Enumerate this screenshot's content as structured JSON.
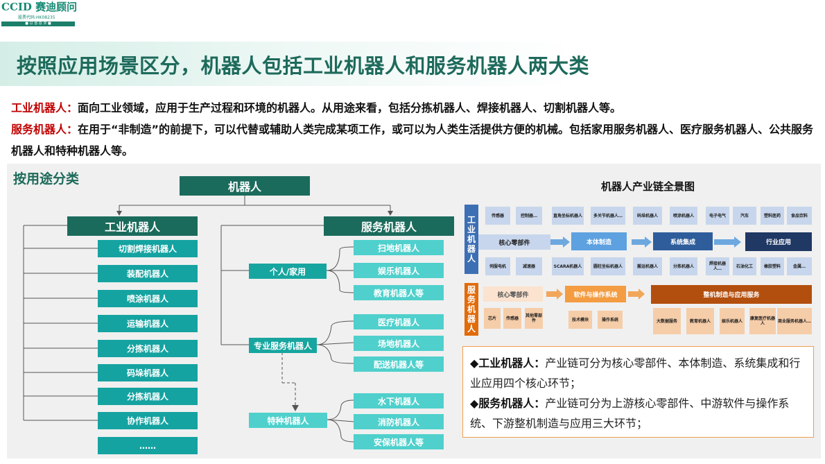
{
  "logo": {
    "main": "CCID 赛迪顾问",
    "code": "股票代码:HK08235",
    "bar": "■ 以 创 造 求 ■"
  },
  "title": "按照应用场景区分，机器人包括工业机器人和服务机器人两大类",
  "intro": {
    "industrial_kw": "工业机器人：",
    "industrial_text": "面向工业领域，应用于生产过程和环境的机器人。从用途来看，包括分拣机器人、焊接机器人、切割机器人等。",
    "service_kw": "服务机器人：",
    "service_text": "在用于“非制造”的前提下，可以代替或辅助人类完成某项工作，或可以为人类生活提供方便的机械。包括家用服务机器人、医疗服务机器人、公共服务机器人和特种机器人等。"
  },
  "tree": {
    "section_title": "按用途分类",
    "root": "机器人",
    "industrial": "工业机器人",
    "service": "服务机器人",
    "industrial_items": [
      "切割焊接机器人",
      "装配机器人",
      "喷涂机器人",
      "运输机器人",
      "分拣机器人",
      "码垛机器人",
      "分拣机器人",
      "协作机器人",
      "……"
    ],
    "personal": "个人/家用",
    "personal_items": [
      "扫地机器人",
      "娱乐机器人",
      "教育机器人等"
    ],
    "professional": "专业服务机器人",
    "professional_items": [
      "医疗机器人",
      "场地机器人",
      "配送机器人等"
    ],
    "special": "特种机器人",
    "special_items": [
      "水下机器人",
      "消防机器人",
      "安保机器人等"
    ]
  },
  "chain": {
    "title": "机器人产业链全景图",
    "industrial_side": [
      "工",
      "业",
      "机",
      "器",
      "人"
    ],
    "service_side": [
      "服",
      "务",
      "机",
      "器",
      "人"
    ],
    "ind_top": [
      "传感器",
      "控制器…",
      "直角坐标机器人",
      "多关节机器人…",
      "码垛机器人",
      "喷涂机器人",
      "电子电气",
      "汽车",
      "塑料医药",
      "食品饮料"
    ],
    "ind_steps": [
      "核心零部件",
      "本体制造",
      "系统集成",
      "行业应用"
    ],
    "ind_bottom": [
      "伺服电机",
      "减速器",
      "SCARA机器人",
      "圆柱坐标机器人",
      "搬运机器人",
      "分拣机器人",
      "焊接机器人…",
      "石油化工",
      "橡胶塑料",
      "金属…"
    ],
    "svc_steps": [
      "核心零部件",
      "软件与操作系统",
      "整机制造与应用服务"
    ],
    "svc_bottom": [
      "芯片",
      "传感器",
      "其他零部件",
      "技术模块",
      "操作系统",
      "大数据服务",
      "教育机器人",
      "娱乐机器人",
      "康复医疗机器人",
      "商业服务机器人…"
    ],
    "colors": {
      "industrial": "#3d6fb4",
      "service": "#e26b0a"
    }
  },
  "notes": [
    {
      "kw": "◆工业机器人：",
      "text": "产业链可分为核心零部件、本体制造、系统集成和行业应用四个核心环节；"
    },
    {
      "kw": "◆服务机器人：",
      "text": "产业链可分为上游核心零部件、中游软件与操作系统、下游整机制造与应用三大环节；"
    }
  ]
}
